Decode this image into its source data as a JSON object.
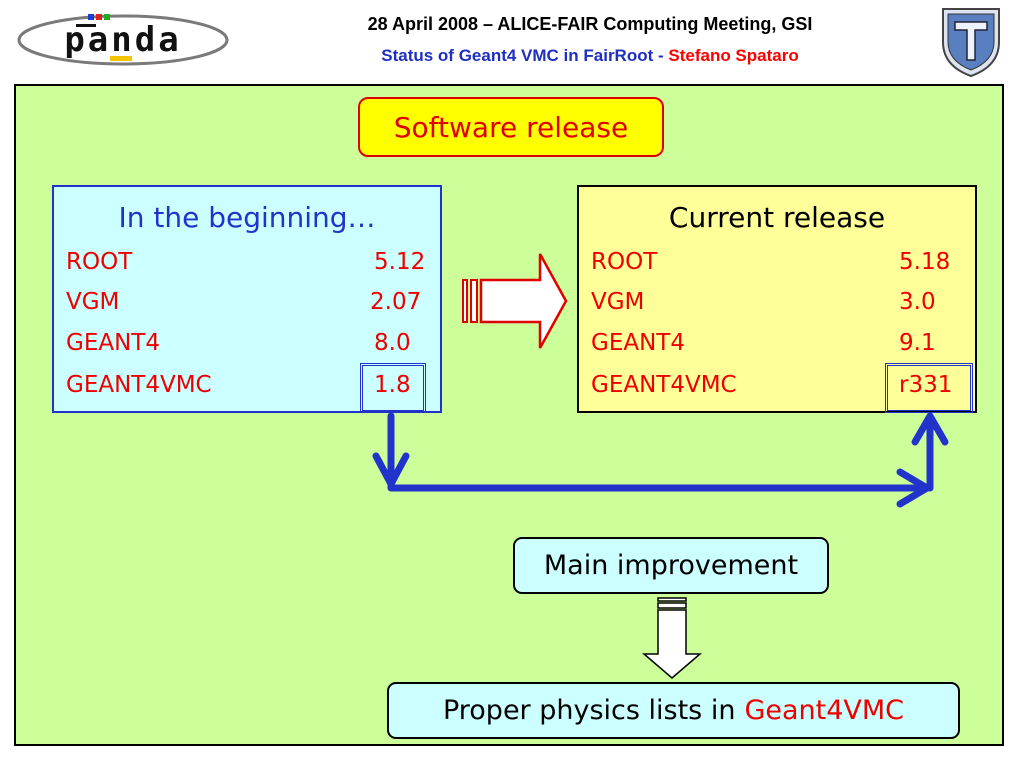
{
  "header": {
    "line1": "28 April 2008 – ALICE-FAIR Computing Meeting, GSI",
    "line2_main": "Status of Geant4 VMC in FairRoot - ",
    "line2_author": "Stefano Spataro"
  },
  "logo": {
    "text": "panda"
  },
  "slide": {
    "title": "Software release",
    "before": {
      "heading": "In the beginning…",
      "rows": [
        {
          "name": "ROOT",
          "version": "5.12"
        },
        {
          "name": "VGM",
          "version": "2.07"
        },
        {
          "name": "GEANT4",
          "version": "8.0"
        },
        {
          "name": "GEANT4VMC",
          "version": "1.8"
        }
      ]
    },
    "after": {
      "heading": "Current release",
      "rows": [
        {
          "name": "ROOT",
          "version": "5.18"
        },
        {
          "name": "VGM",
          "version": "3.0"
        },
        {
          "name": "GEANT4",
          "version": "9.1"
        },
        {
          "name": "GEANT4VMC",
          "version": "r331"
        }
      ]
    },
    "improvement_label": "Main improvement",
    "result_prefix": "Proper physics lists in",
    "result_highlight": "Geant4VMC"
  },
  "colors": {
    "panel_bg": "#ccff99",
    "title_bg": "#ffff00",
    "title_text": "#e00000",
    "accent_blue": "#2233cc",
    "value_red": "#ee0000"
  }
}
